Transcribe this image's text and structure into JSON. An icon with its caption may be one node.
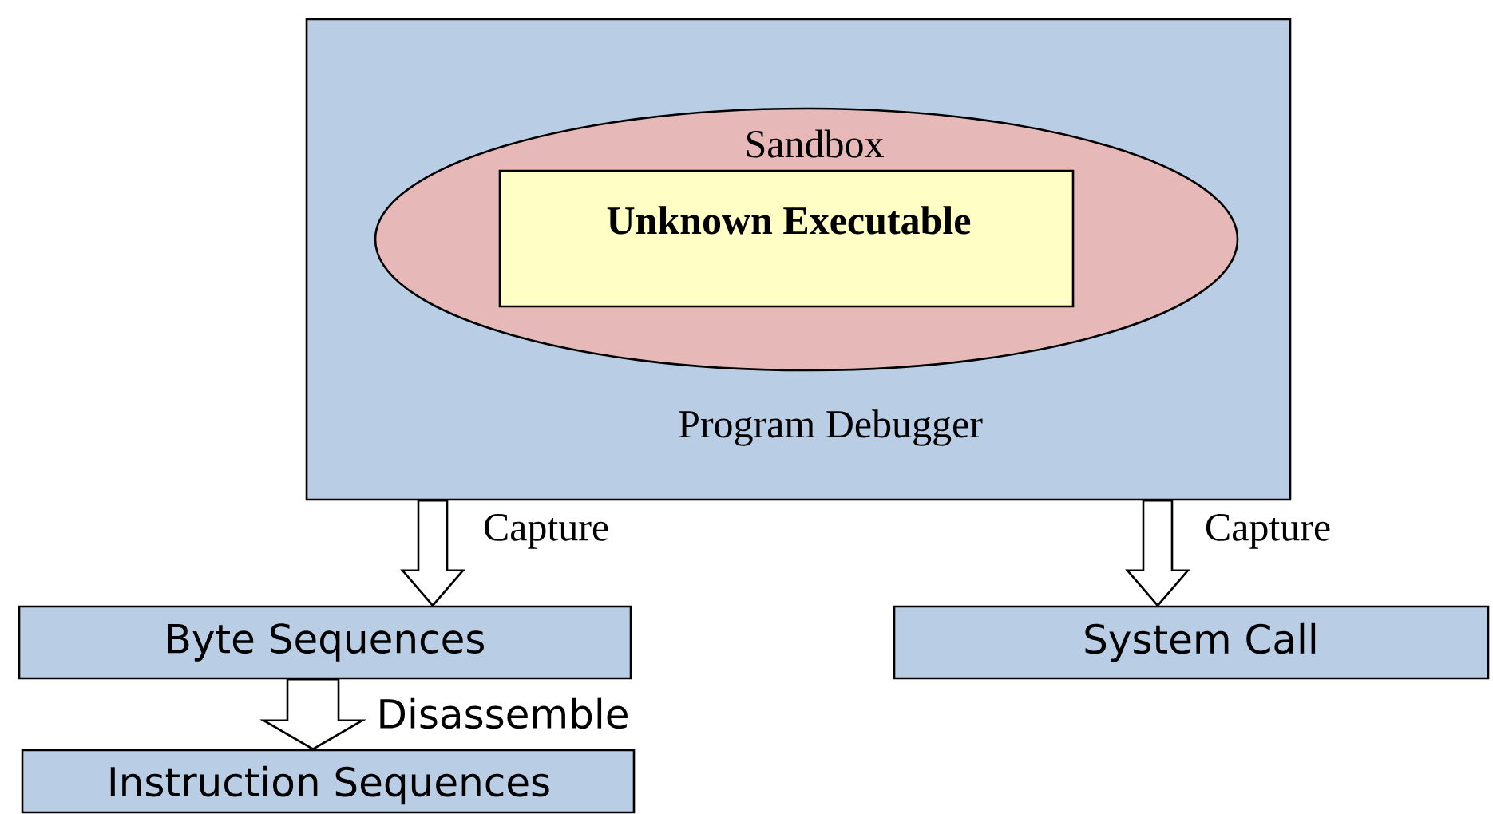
{
  "diagram": {
    "nodes": [
      {
        "text": [
          "Program Debugger"
        ]
      },
      {
        "text": [
          "Sandbox"
        ],
        "in": 0
      },
      {
        "text": [
          "Unknown Executable"
        ],
        "in": 1
      },
      {
        "text": [
          "Byte Sequences"
        ]
      },
      {
        "text": [
          "System Call"
        ]
      },
      {
        "text": [
          "Instruction Sequences"
        ]
      }
    ],
    "edges": [
      {
        "from": 0,
        "to": 3,
        "arrow": "to",
        "label": "Capture"
      },
      {
        "from": 0,
        "to": 4,
        "arrow": "to",
        "label": "Capture"
      },
      {
        "from": 3,
        "to": 5,
        "arrow": "to",
        "label": "Disassemble"
      }
    ]
  }
}
